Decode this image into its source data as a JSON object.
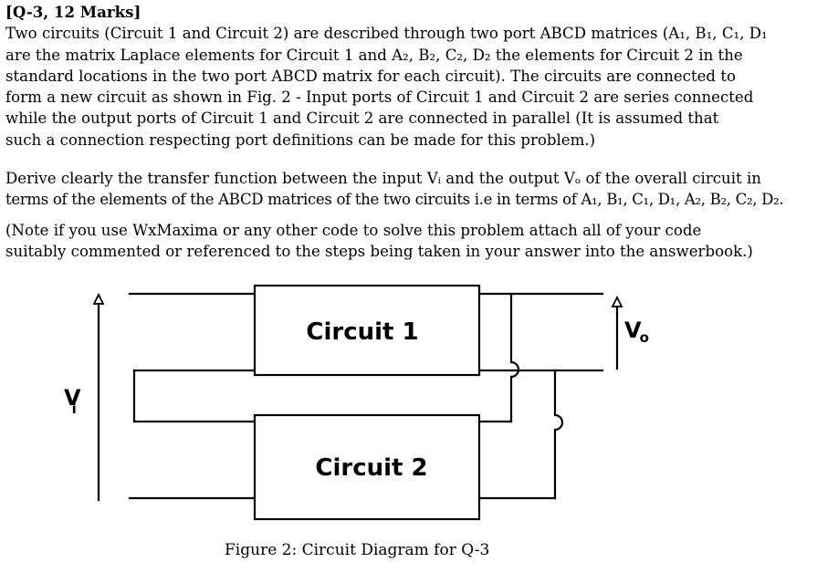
{
  "question": {
    "heading": "[Q-3, 12 Marks]",
    "paragraph1_lines": [
      "Two circuits (Circuit 1 and Circuit 2) are described through two port ABCD matrices (A₁, B₁, C₁, D₁",
      "are the matrix Laplace elements for Circuit 1 and A₂, B₂, C₂, D₂ the elements for Circuit 2 in the",
      "standard locations in the two port ABCD matrix for each circuit). The circuits are connected to",
      "form a new circuit as shown in Fig. 2 - Input ports of Circuit 1 and Circuit 2 are series connected",
      "while the output ports of Circuit 1 and Circuit 2 are connected in parallel (It is assumed that",
      "such a connection respecting port definitions can be made for this problem.)"
    ],
    "paragraph2_lines": [
      "Derive clearly the transfer function between the input Vᵢ and the output Vₒ of the overall circuit in",
      "terms of the elements of the ABCD matrices of the two circuits i.e in terms of A₁, B₁, C₁, D₁, A₂, B₂, C₂, D₂."
    ],
    "paragraph3_lines": [
      "(Note if you use WxMaxima or any other code to solve this problem attach all of your code",
      "suitably commented or referenced to the steps being taken in your answer into the answerbook.)"
    ]
  },
  "figure": {
    "circuit1_label": "Circuit 1",
    "circuit2_label": "Circuit 2",
    "input_label_main": "V",
    "input_label_sub": "i",
    "output_label_main": "V",
    "output_label_sub": "o",
    "caption": "Figure 2: Circuit Diagram for Q-3"
  }
}
